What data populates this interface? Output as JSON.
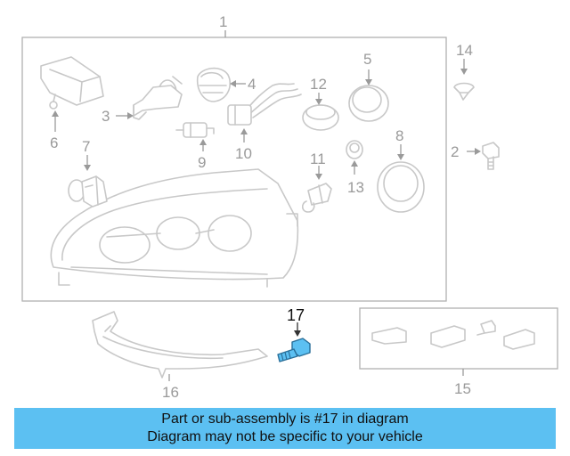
{
  "callouts": {
    "c1": "1",
    "c2": "2",
    "c3": "3",
    "c4": "4",
    "c5": "5",
    "c6": "6",
    "c7": "7",
    "c8": "8",
    "c9": "9",
    "c10": "10",
    "c11": "11",
    "c12": "12",
    "c13": "13",
    "c14": "14",
    "c15": "15",
    "c16": "16",
    "c17": "17"
  },
  "highlighted_part": "17",
  "colors": {
    "highlight_part": "#5cc0f2",
    "banner_bg": "#5cc0f2",
    "line_art": "#c8c8c8"
  },
  "banner": {
    "line1": "Part or sub-assembly is #17 in diagram",
    "line2": "Diagram may not be specific to your vehicle"
  }
}
